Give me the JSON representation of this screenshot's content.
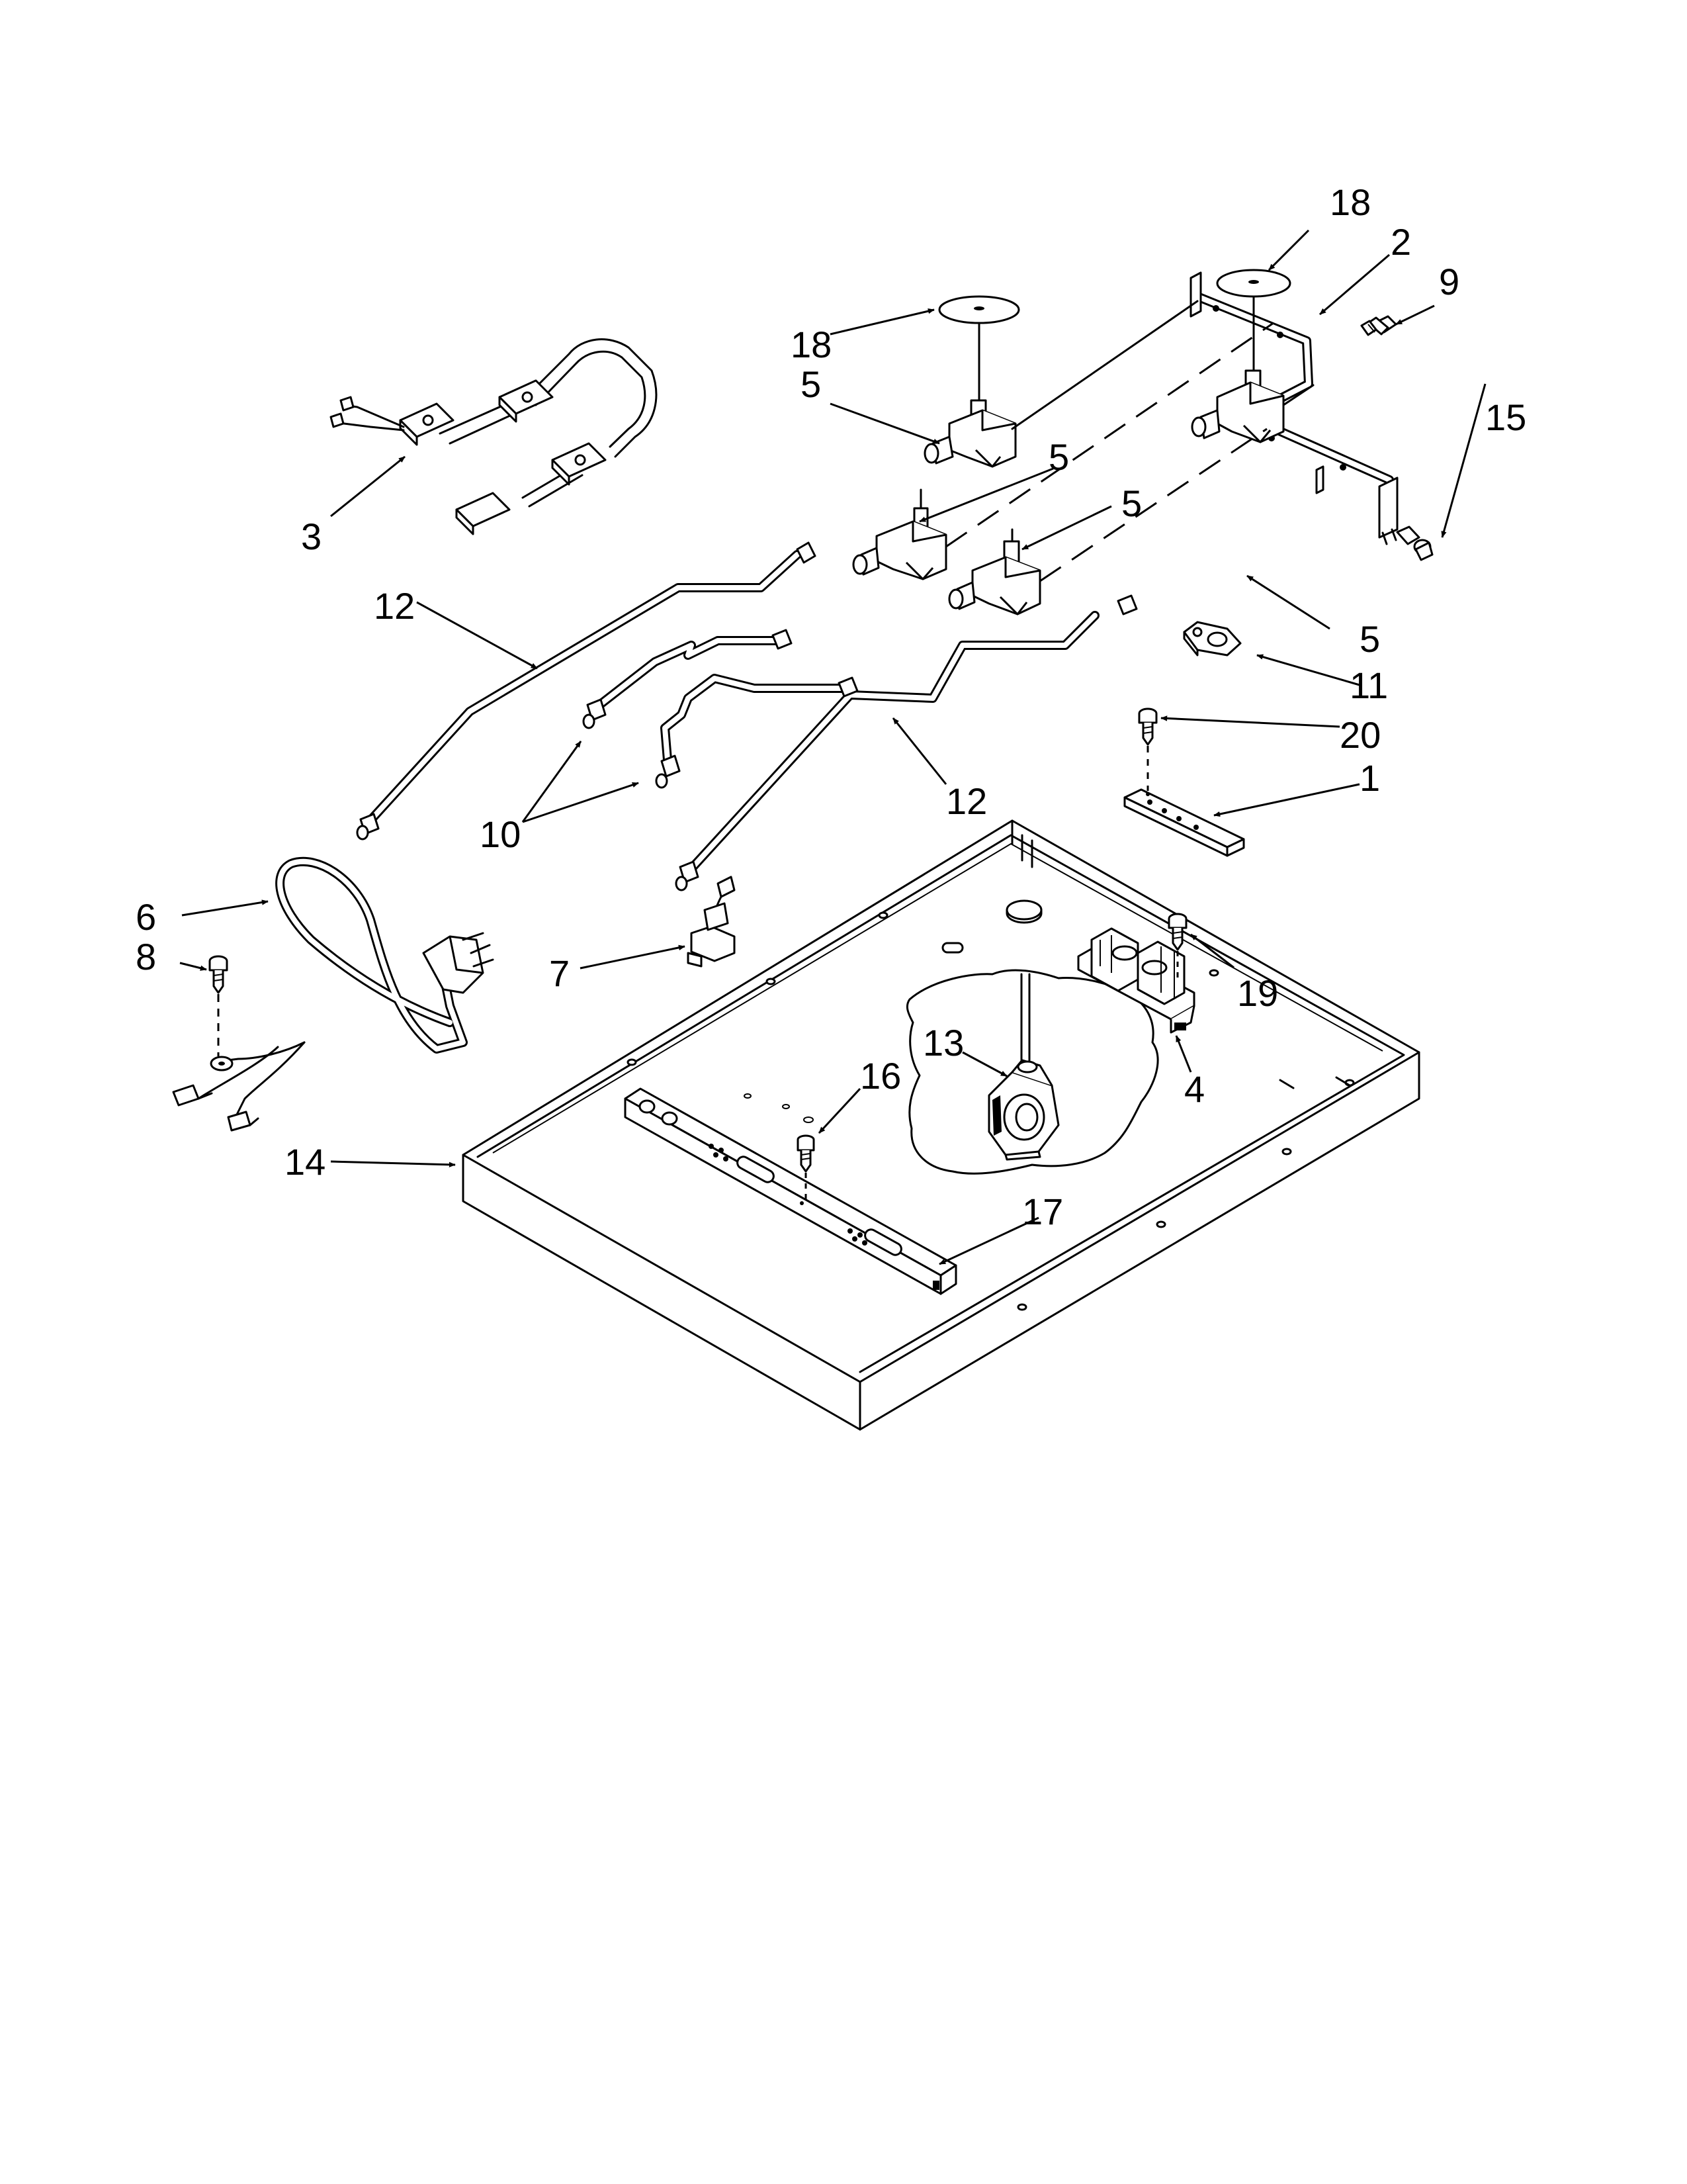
{
  "callouts": [
    "1",
    "2",
    "3",
    "4",
    "5",
    "5",
    "5",
    "5",
    "6",
    "7",
    "8",
    "9",
    "10",
    "11",
    "12",
    "12",
    "13",
    "14",
    "15",
    "16",
    "17",
    "18",
    "18",
    "19",
    "20"
  ],
  "colors": {
    "line": "#000000",
    "background": "#ffffff"
  }
}
